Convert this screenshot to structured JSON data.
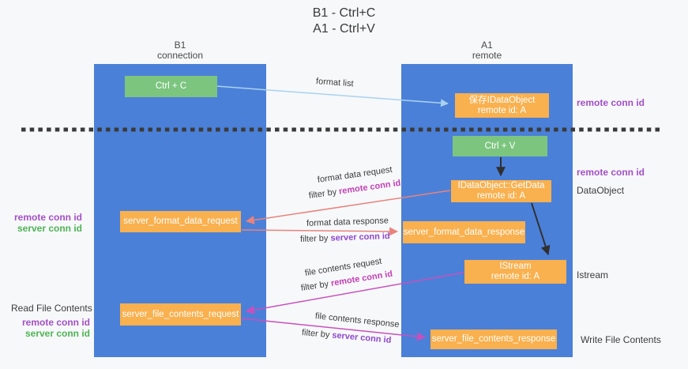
{
  "title": {
    "line1": "B1 - Ctrl+C",
    "line2": "A1 - Ctrl+V"
  },
  "columns": {
    "left": {
      "name": "B1",
      "subtitle": "connection"
    },
    "right": {
      "name": "A1",
      "subtitle": "remote"
    }
  },
  "nodes": {
    "ctrl_c": {
      "label": "Ctrl + C"
    },
    "ctrl_v": {
      "label": "Ctrl + V"
    },
    "save_dataobject": {
      "line1": "保存IDataObject",
      "line2": "remote id: A"
    },
    "getdata": {
      "line1": "IDataObject::GetData",
      "line2": "remote id: A"
    },
    "istream": {
      "line1": "IStream",
      "line2": "remote id: A"
    },
    "format_request": {
      "label": "server_format_data_request"
    },
    "format_response": {
      "label": "server_format_data_response"
    },
    "file_request": {
      "label": "server_file_contents_request"
    },
    "file_response": {
      "label": "server_file_contents_response"
    }
  },
  "arrow_labels": {
    "format_list": "format list",
    "format_data_request": "format data request",
    "format_data_response": "format data response",
    "file_contents_request": "file contents request",
    "file_contents_response": "file contents response",
    "filter_by": "filter by ",
    "remote_conn_id": "remote conn id",
    "server_conn_id": "server conn id"
  },
  "side_labels": {
    "remote_conn_id_top": "remote conn id",
    "remote_conn_id_mid": "remote conn id",
    "dataobject": "DataObject",
    "istream": "Istream",
    "write_file_contents": "Write File Contents",
    "read_file_contents": "Read File Contents",
    "left1_remote": "remote conn id",
    "left1_server": "server conn id",
    "left2_remote": "remote conn id",
    "left2_server": "server conn id"
  },
  "colors": {
    "background": "#f7f8fa",
    "column_blue": "#4b80d8",
    "node_green": "#7cc57f",
    "node_orange": "#f9b04e",
    "arrow_light_blue": "#a9d2f0",
    "arrow_salmon": "#e8837c",
    "arrow_magenta": "#c750be",
    "arrow_black": "#303030",
    "dashed_divider": "#3a3a3a",
    "text_purple": "#a34fc6",
    "text_green": "#4eb455",
    "text_magenta": "#c440b6",
    "text_violet": "#8d48cc"
  }
}
